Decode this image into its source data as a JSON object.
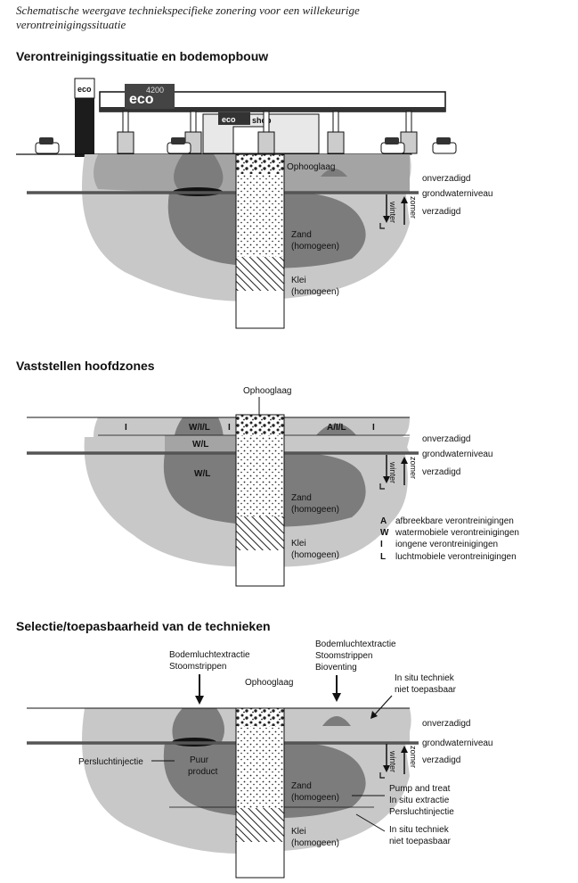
{
  "caption": {
    "line1": "Schematische weergave techniekspecifieke zonering voor een willekeurige",
    "line2": "verontreinigingssituatie"
  },
  "panel1": {
    "title": "Verontreinigingssituatie en bodemopbouw",
    "station_brand": "eco",
    "price_sign": "4200",
    "shop_sign": "shop",
    "layer_fill": "Ophooglaag",
    "layer_sand": [
      "Zand",
      "(homogeen)"
    ],
    "layer_clay": [
      "Klei",
      "(homogeen)"
    ],
    "unsaturated": "onverzadigd",
    "groundwater": "grondwaterniveau",
    "saturated": "verzadigd",
    "winter": "winter",
    "zomer": "zomer"
  },
  "panel2": {
    "title": "Vaststellen hoofdzones",
    "layer_fill": "Ophooglaag",
    "zones": [
      "I",
      "W/I/L",
      "I",
      "A/I/L",
      "I",
      "W/L",
      "W/L"
    ],
    "layer_sand": [
      "Zand",
      "(homogeen)"
    ],
    "layer_clay": [
      "Klei",
      "(homogeen)"
    ],
    "unsaturated": "onverzadigd",
    "groundwater": "grondwaterniveau",
    "saturated": "verzadigd",
    "winter": "winter",
    "zomer": "zomer",
    "legend": [
      {
        "key": "A",
        "text": "afbreekbare verontreinigingen"
      },
      {
        "key": "W",
        "text": "watermobiele verontreinigingen"
      },
      {
        "key": "I",
        "text": "iongene verontreinigingen"
      },
      {
        "key": "L",
        "text": "luchtmobiele verontreinigingen"
      }
    ]
  },
  "panel3": {
    "title": "Selectie/toepasbaarheid van de technieken",
    "tech_left": [
      "Bodemluchtextractie",
      "Stoomstrippen"
    ],
    "tech_right": [
      "Bodemluchtextractie",
      "Stoomstrippen",
      "Bioventing"
    ],
    "layer_fill": "Ophooglaag",
    "not_applicable_top": [
      "In situ techniek",
      "niet toepasbaar"
    ],
    "unsaturated": "onverzadigd",
    "groundwater": "grondwaterniveau",
    "saturated": "verzadigd",
    "winter": "winter",
    "zomer": "zomer",
    "air_sparging": "Persluchtinjectie",
    "pure_product": [
      "Puur",
      "product"
    ],
    "layer_sand": [
      "Zand",
      "(homogeen)"
    ],
    "layer_clay": [
      "Klei",
      "(homogeen)"
    ],
    "pump_group": [
      "Pump and treat",
      "In situ extractie",
      "Persluchtinjectie"
    ],
    "not_applicable_bottom": [
      "In situ techniek",
      "niet toepasbaar"
    ]
  },
  "colors": {
    "light_plume": "#c8c8c8",
    "mid_plume": "#a4a4a4",
    "dark_plume": "#7c7c7c",
    "water_line": "#555555",
    "product": "#111111"
  }
}
